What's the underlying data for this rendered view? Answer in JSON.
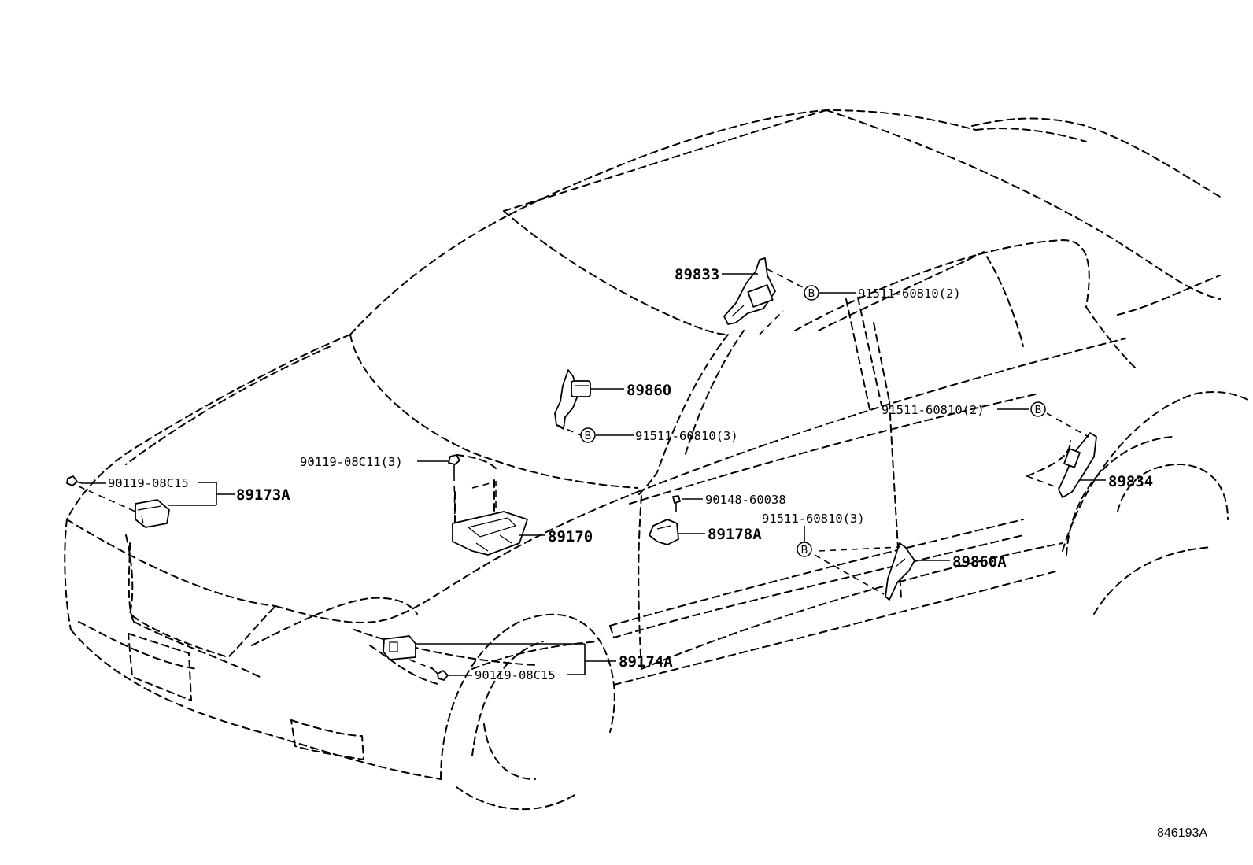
{
  "diagram": {
    "reference_code": "846193A",
    "parts": {
      "p89833": "89833",
      "p89860": "89860",
      "p89173A": "89173A",
      "p89170": "89170",
      "p89178A": "89178A",
      "p89860A": "89860A",
      "p89834": "89834",
      "p89174A": "89174A"
    },
    "fasteners": {
      "f91511_2_top": "91511-60810(2)",
      "f91511_3_mid": "91511-60810(3)",
      "f91511_2_right": "91511-60810(2)",
      "f91511_3_lower": "91511-60810(3)",
      "f90119_08C11": "90119-08C11(3)",
      "f90119_08C15_left": "90119-08C15",
      "f90148": "90148-60038",
      "f90119_08C15_bottom": "90119-08C15"
    },
    "callout_marker": "B"
  }
}
